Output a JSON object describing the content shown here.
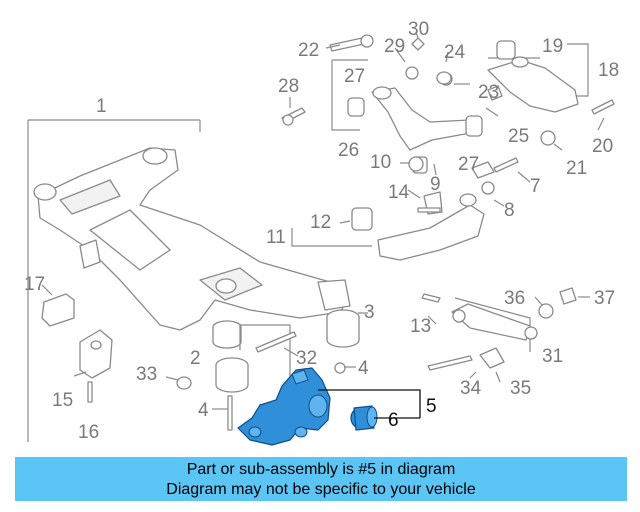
{
  "callouts": {
    "c1": "1",
    "c2": "2",
    "c3": "3",
    "c4a": "4",
    "c4b": "4",
    "c5": "5",
    "c6": "6",
    "c7": "7",
    "c8": "8",
    "c9": "9",
    "c10": "10",
    "c11": "11",
    "c12": "12",
    "c13": "13",
    "c14": "14",
    "c15": "15",
    "c16": "16",
    "c17": "17",
    "c18": "18",
    "c19": "19",
    "c20": "20",
    "c21": "21",
    "c22": "22",
    "c23": "23",
    "c24": "24",
    "c25": "25",
    "c26": "26",
    "c27a": "27",
    "c27b": "27",
    "c28": "28",
    "c29": "29",
    "c30": "30",
    "c31": "31",
    "c32": "32",
    "c33": "33",
    "c34": "34",
    "c35": "35",
    "c36": "36",
    "c37": "37"
  },
  "highlighted_part": "5",
  "colors": {
    "highlight": "#2f8fd8",
    "banner": "#5bc5f5",
    "line_art": "#8a8a8a"
  },
  "banner": {
    "line1": "Part or sub-assembly is #5 in diagram",
    "line2": "Diagram may not be specific to your vehicle"
  }
}
